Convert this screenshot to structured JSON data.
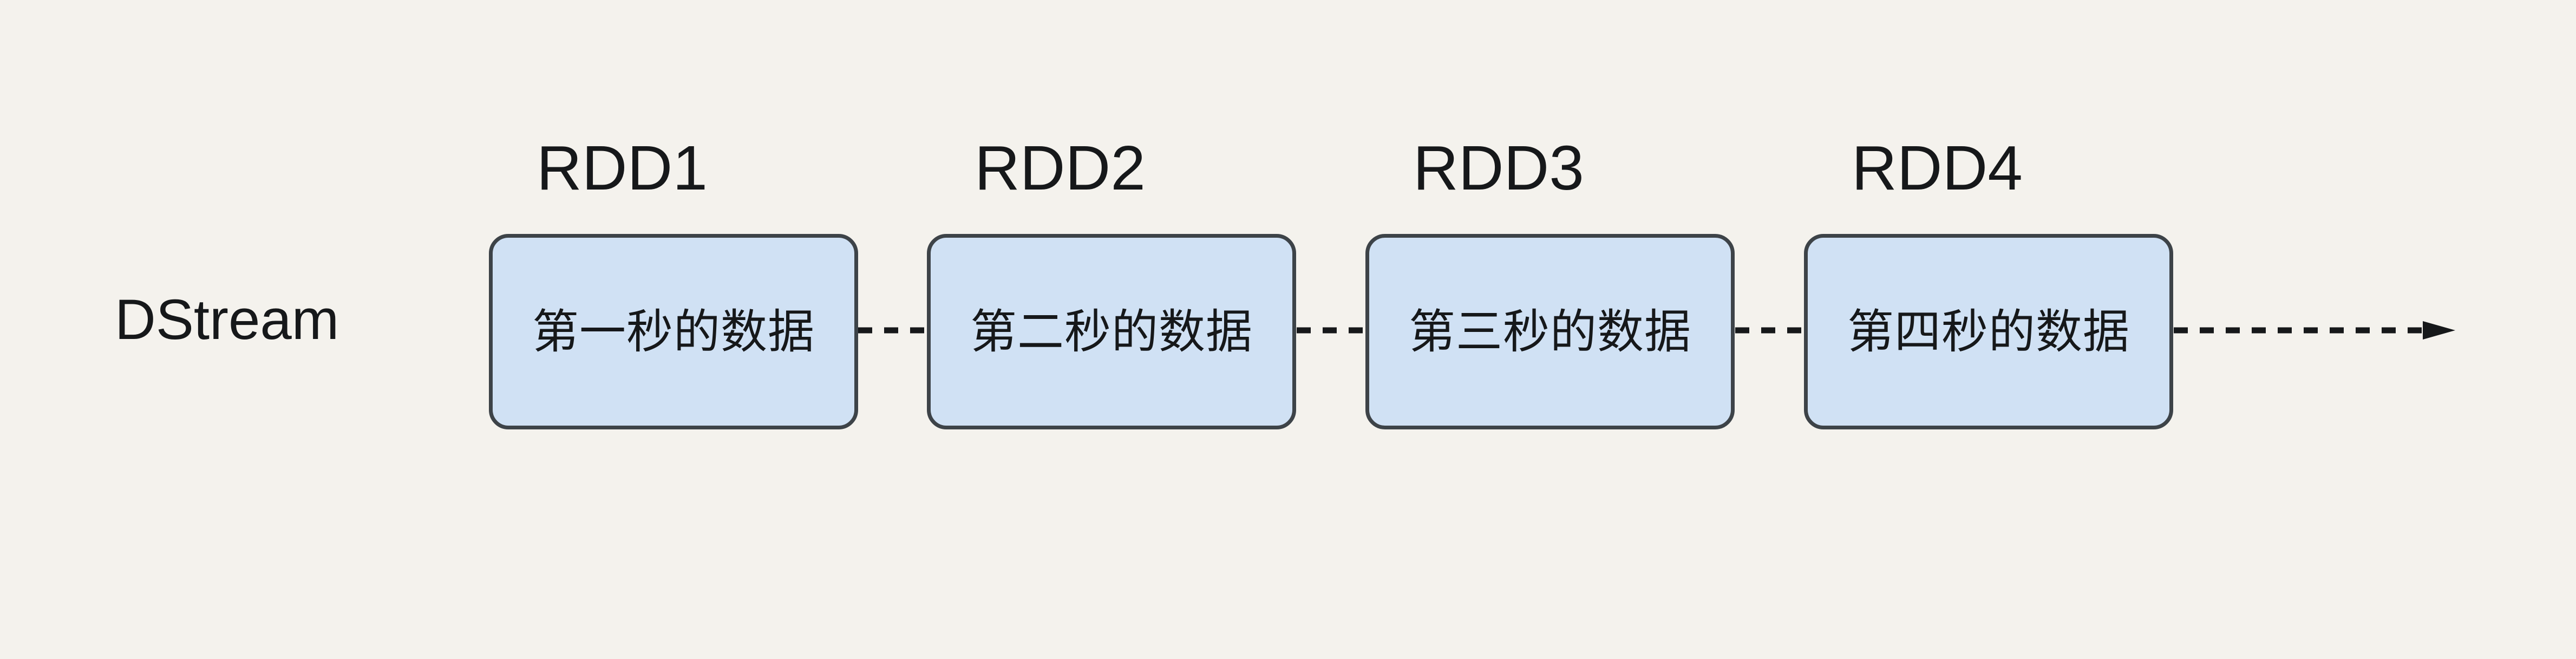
{
  "diagram": {
    "title_label": "DStream",
    "background_color": "#f4f2ed",
    "box_fill_color": "#d0e1f4",
    "box_border_color": "#3d4348",
    "text_color": "#16181a",
    "connector_style": "dashed",
    "nodes": [
      {
        "caption": "RDD1",
        "text": "第一秒的数据"
      },
      {
        "caption": "RDD2",
        "text": "第二秒的数据"
      },
      {
        "caption": "RDD3",
        "text": "第三秒的数据"
      },
      {
        "caption": "RDD4",
        "text": "第四秒的数据"
      }
    ],
    "trailing_arrow": "continues"
  }
}
